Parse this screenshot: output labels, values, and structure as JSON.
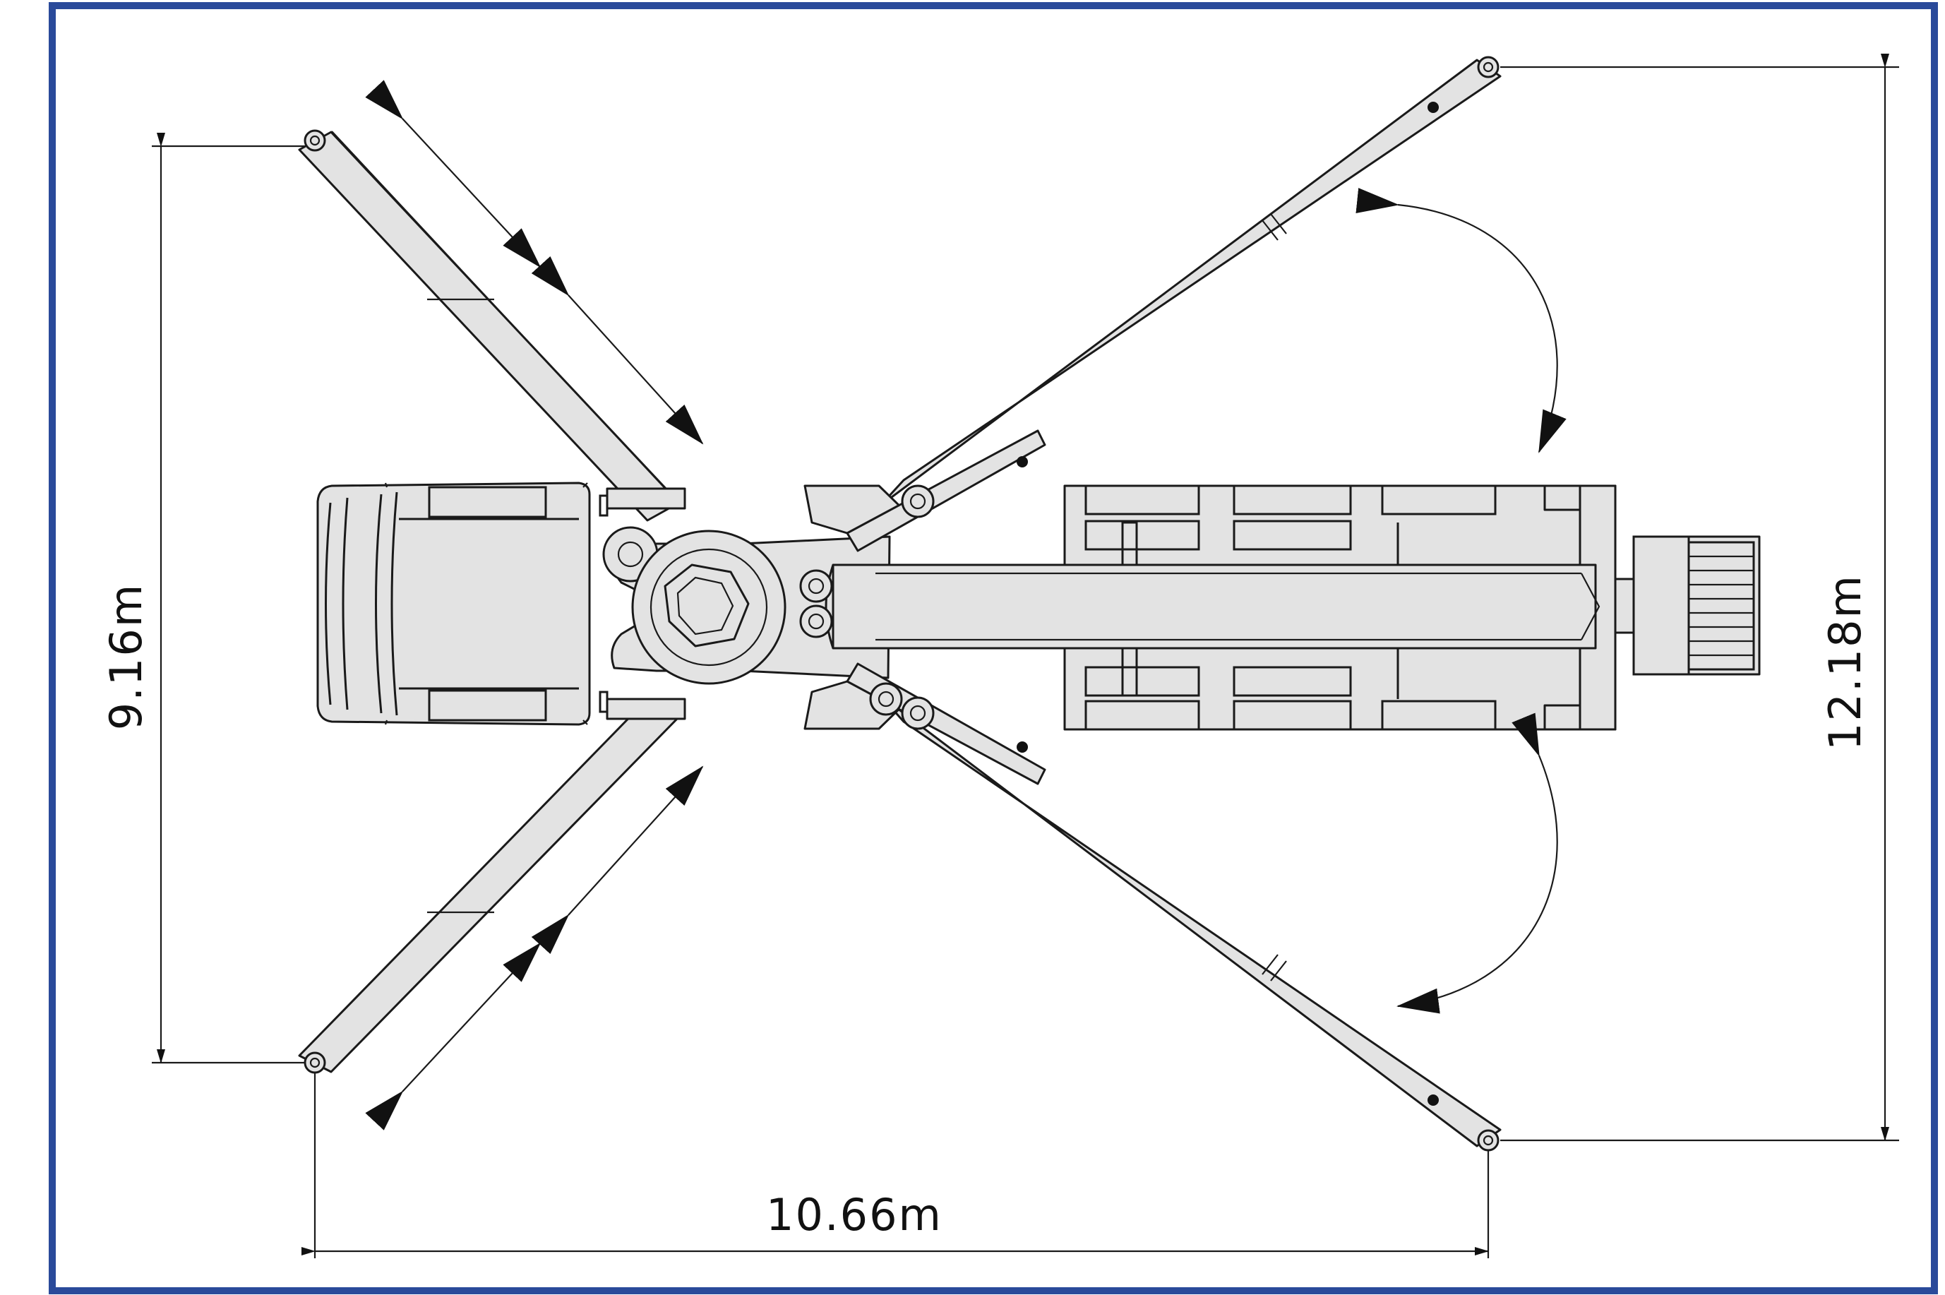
{
  "diagram": {
    "dimensions": {
      "width_label": "10.66m",
      "left_height_label": "9.16m",
      "right_height_label": "12.18m"
    },
    "colors": {
      "frame": "#2a4a9a",
      "body_fill": "#e3e3e3",
      "stroke": "#1a1a1a",
      "background": "#ffffff"
    }
  }
}
